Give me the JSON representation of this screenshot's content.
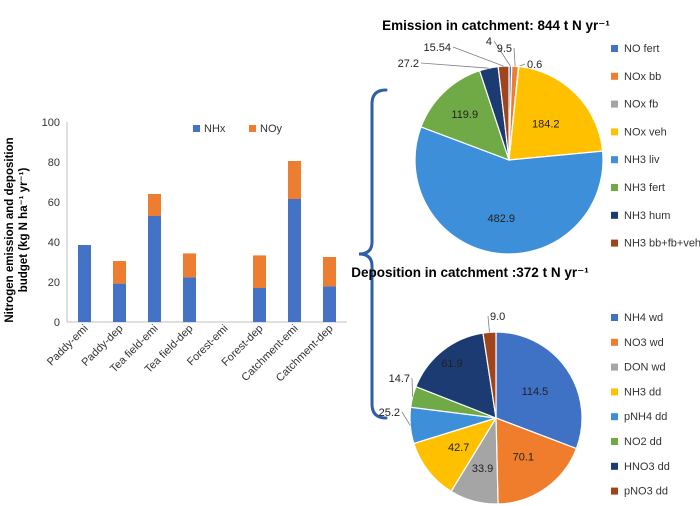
{
  "colors": {
    "nhx": "#4472c4",
    "noy": "#ed7d31",
    "brace": "#2e5fa8"
  },
  "chart_data": [
    {
      "type": "bar",
      "stacked": true,
      "categories": [
        "Paddy-emi",
        "Paddy-dep",
        "Tea field-emi",
        "Tea field-dep",
        "Forest-emi",
        "Forest-dep",
        "Catchment-emi",
        "Catchment-dep"
      ],
      "series": [
        {
          "name": "NHx",
          "values": [
            38.5,
            19.2,
            53.0,
            22.3,
            0,
            17.0,
            61.5,
            17.8
          ]
        },
        {
          "name": "NOy",
          "values": [
            0,
            11.3,
            11.0,
            12.0,
            0,
            16.3,
            19.0,
            14.7
          ]
        }
      ],
      "ylabel_lines": [
        "Nitrogen emission and deposition",
        "budget (kg N ha⁻¹ yr⁻¹)"
      ],
      "ylim": [
        0,
        100
      ],
      "yticks": [
        0,
        20,
        40,
        60,
        80,
        100
      ],
      "legend": "top-right",
      "grid": false
    },
    {
      "type": "pie",
      "title": "Emission in catchment: 844 t N yr⁻¹",
      "labels": [
        "NO fert",
        "NOx bb",
        "NOx fb",
        "NOx veh",
        "NH3 liv",
        "NH3 fert",
        "NH3 hum",
        "NH3 bb+fb+veh"
      ],
      "values": [
        4,
        9.5,
        0.6,
        184.2,
        482.9,
        119.9,
        27.2,
        15.54
      ],
      "value_labels": [
        "4",
        "9.5",
        "0.6",
        "184.2",
        "482.9",
        "119.9",
        "27.2",
        "15.54"
      ],
      "colors": [
        "#3f72c4",
        "#f07d2c",
        "#a5a5a5",
        "#ffc000",
        "#3e8fd9",
        "#6faa46",
        "#1b3b72",
        "#a0441b"
      ],
      "legend": "right"
    },
    {
      "type": "pie",
      "title": "Deposition in catchment :372 t N yr⁻¹",
      "labels": [
        "NH4 wd",
        "NO3 wd",
        "DON wd",
        "NH3 dd",
        "pNH4 dd",
        "NO2 dd",
        "HNO3 dd",
        "pNO3 dd"
      ],
      "values": [
        114.5,
        70.1,
        33.9,
        42.7,
        25.2,
        14.7,
        61.9,
        9.0
      ],
      "value_labels": [
        "114.5",
        "70.1",
        "33.9",
        "42.7",
        "25.2",
        "14.7",
        "61.9",
        "9.0"
      ],
      "colors": [
        "#3f72c4",
        "#f07d2c",
        "#a5a5a5",
        "#ffc000",
        "#3e8fd9",
        "#6faa46",
        "#1b3b72",
        "#a0441b"
      ],
      "legend": "right"
    }
  ]
}
